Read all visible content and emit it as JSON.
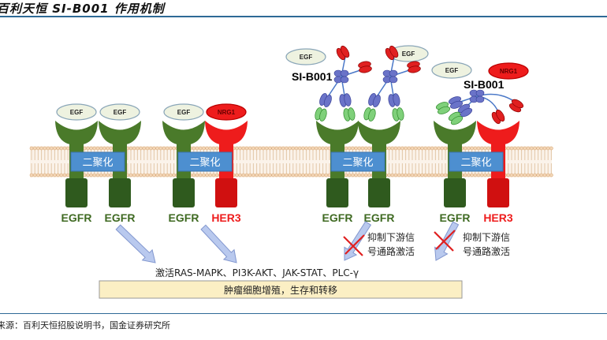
{
  "title": "百利天恒 SI-B001 作用机制",
  "source": "来源：百利天恒招股说明书，国金证券研究所",
  "colors": {
    "egfr": "#4a7a2a",
    "egfr_dark": "#2f5a1e",
    "her3": "#ee1c1c",
    "her3_dark": "#d01010",
    "dimer_box": "#4d8fd0",
    "ligand_egf": "#eef2e0",
    "arrow": "#b9c9ee",
    "result_box": "#fbefc4"
  },
  "dimer_label": "二聚化",
  "receptors": [
    {
      "label": "EGFR",
      "type": "egfr",
      "ligand": "EGF"
    },
    {
      "label": "EGFR",
      "type": "egfr",
      "ligand": "EGF"
    },
    {
      "label": "EGFR",
      "type": "egfr",
      "ligand": "EGF"
    },
    {
      "label": "HER3",
      "type": "her3",
      "ligand": "NRG1"
    },
    {
      "label": "EGFR",
      "type": "egfr",
      "ligand": "EGF"
    },
    {
      "label": "EGFR",
      "type": "egfr",
      "ligand": "EGF"
    },
    {
      "label": "EGFR",
      "type": "egfr",
      "ligand": "EGF"
    },
    {
      "label": "HER3",
      "type": "her3",
      "ligand": "NRG1"
    }
  ],
  "drug_label": "SI-B001",
  "inhibit_text": [
    "抑制下游信",
    "号通路激活"
  ],
  "pathways_text": "激活RAS-MAPK、PI3K-AKT、JAK-STAT、PLC-γ",
  "result_text": "肿瘤细胞增殖，生存和转移"
}
